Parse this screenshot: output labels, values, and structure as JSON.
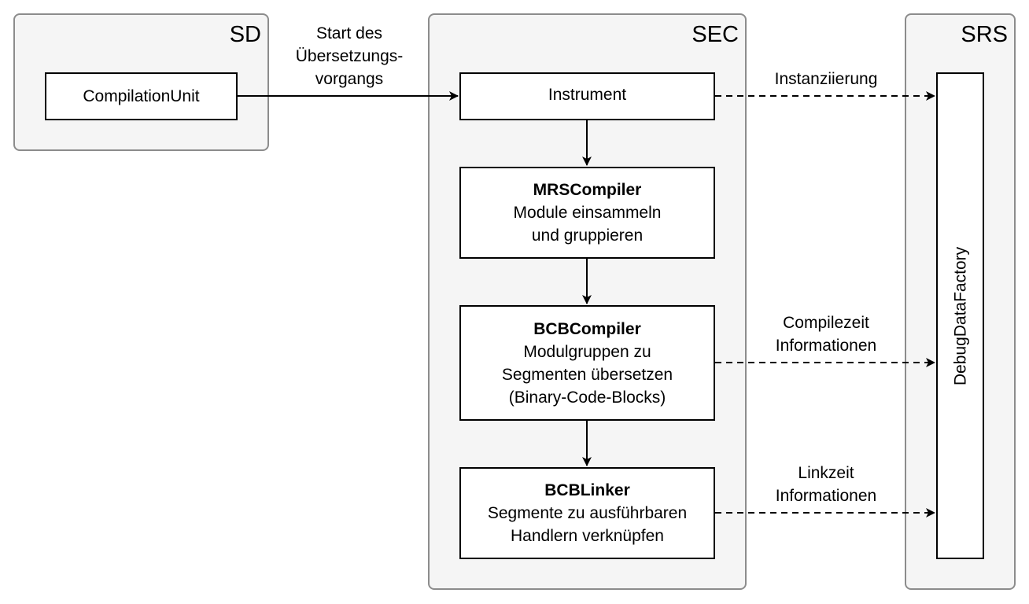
{
  "groups": {
    "sd": "SD",
    "sec": "SEC",
    "srs": "SRS"
  },
  "nodes": {
    "compilation_unit": "CompilationUnit",
    "instrument": "Instrument",
    "mrs_compiler": {
      "title": "MRSCompiler",
      "line1": "Module einsammeln",
      "line2": "und gruppieren"
    },
    "bcb_compiler": {
      "title": "BCBCompiler",
      "line1": "Modulgruppen zu",
      "line2": "Segmenten übersetzen",
      "line3": "(Binary-Code-Blocks)"
    },
    "bcb_linker": {
      "title": "BCBLinker",
      "line1": "Segmente zu ausführbaren",
      "line2": "Handlern verknüpfen"
    },
    "debug_data_factory": "DebugDataFactory"
  },
  "edges": {
    "start": {
      "line1": "Start des",
      "line2": "Übersetzungs-",
      "line3": "vorgangs"
    },
    "instanziierung": "Instanziierung",
    "compilezeit": {
      "line1": "Compilezeit",
      "line2": "Informationen"
    },
    "linkzeit": {
      "line1": "Linkzeit",
      "line2": "Informationen"
    }
  }
}
